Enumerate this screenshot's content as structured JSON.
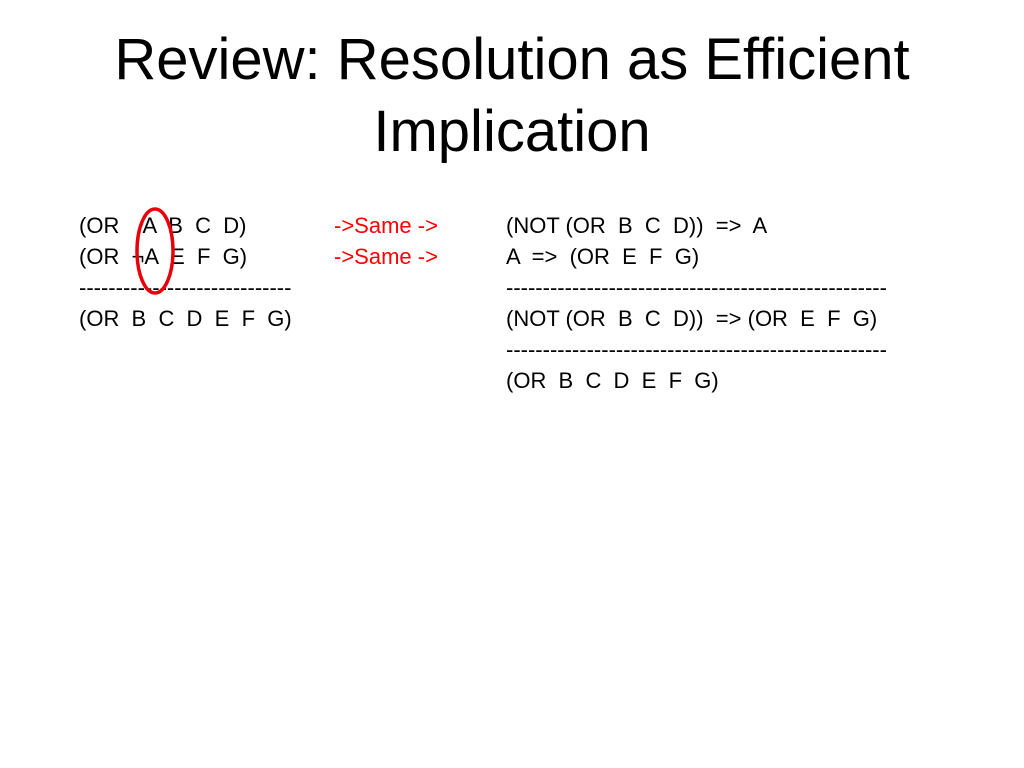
{
  "slide": {
    "title_line1": "Review:  Resolution as Efficient",
    "title_line2": "Implication",
    "left_column": {
      "clause1": "(OR    A  B  C  D)",
      "clause2": "(OR  ¬A  E  F  G)",
      "separator": "-----------------------------",
      "result": "(OR  B  C  D  E  F  G)"
    },
    "middle_column": {
      "arrow1": "->Same ->",
      "arrow2": "->Same ->"
    },
    "right_column": {
      "line1": "(NOT (OR  B  C  D))  =>  A",
      "line2": "A  =>  (OR  E  F  G)",
      "separator1": "----------------------------------------------------",
      "line3": "(NOT (OR  B  C  D))  => (OR  E  F  G)",
      "separator2": "----------------------------------------------------",
      "result": "(OR  B  C  D  E  F  G)"
    },
    "highlight_color": "#e8000b",
    "arrow_color": "#ff0000"
  }
}
